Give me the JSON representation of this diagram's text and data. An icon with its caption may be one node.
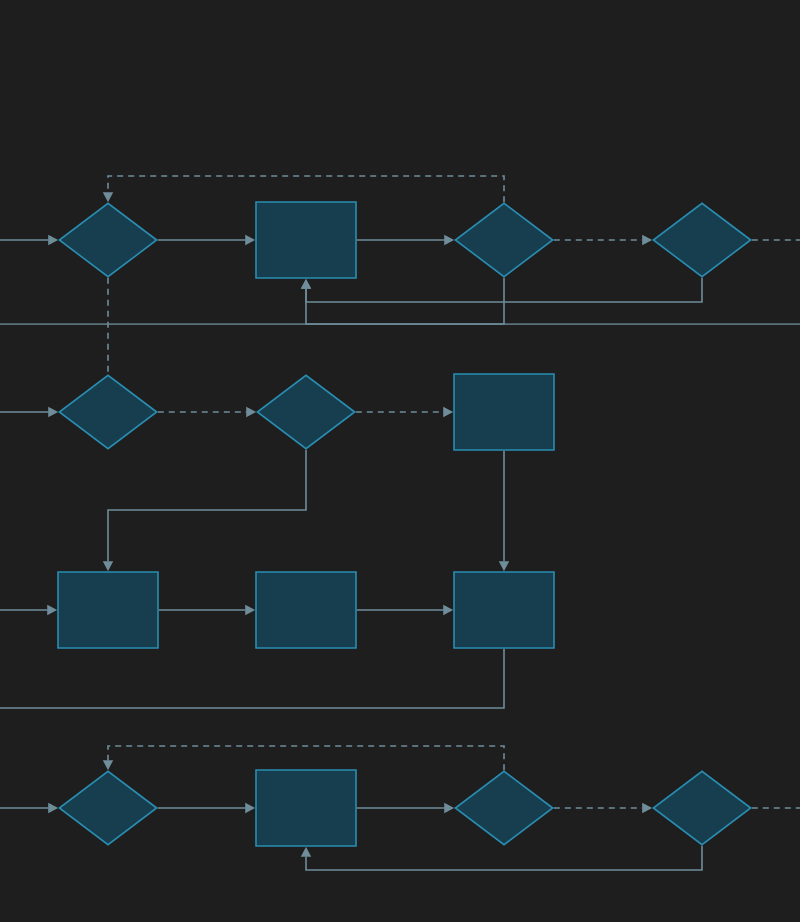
{
  "diagram": {
    "nodes": [
      {
        "text": [],
        "shape": "diamond"
      },
      {
        "text": [],
        "shape": "box"
      },
      {
        "text": [],
        "shape": "diamond"
      },
      {
        "text": [],
        "shape": "diamond"
      },
      {
        "text": [],
        "shape": "diamond"
      },
      {
        "text": [],
        "shape": "diamond"
      },
      {
        "text": [],
        "shape": "box"
      },
      {
        "text": [],
        "shape": "box"
      },
      {
        "text": [],
        "shape": "box"
      },
      {
        "text": [],
        "shape": "box"
      },
      {
        "text": [],
        "shape": "diamond"
      },
      {
        "text": [],
        "shape": "box"
      },
      {
        "text": [],
        "shape": "diamond"
      },
      {
        "text": [],
        "shape": "diamond"
      }
    ],
    "edges": [
      {
        "from": null,
        "to": 0,
        "arrow": "to"
      },
      {
        "from": 0,
        "to": 1,
        "arrow": "to"
      },
      {
        "from": 1,
        "to": 2,
        "arrow": "to"
      },
      {
        "from": 2,
        "to": 3,
        "arrow": "to",
        "style": "dashed"
      },
      {
        "from": 3,
        "to": null,
        "arrow": "none",
        "style": "dashed"
      },
      {
        "from": 2,
        "to": 0,
        "arrow": "to",
        "style": "dashed"
      },
      {
        "from": 3,
        "to": 1,
        "arrow": "to"
      },
      {
        "from": 2,
        "to": 1,
        "arrow": "to"
      },
      {
        "from": 0,
        "to": 4,
        "arrow": "none",
        "style": "dashed"
      },
      {
        "from": null,
        "to": 4,
        "arrow": "to"
      },
      {
        "from": 4,
        "to": 5,
        "arrow": "to",
        "style": "dashed"
      },
      {
        "from": 5,
        "to": 6,
        "arrow": "to",
        "style": "dashed"
      },
      {
        "from": 5,
        "to": 7,
        "arrow": "to"
      },
      {
        "from": 6,
        "to": 9,
        "arrow": "to"
      },
      {
        "from": null,
        "to": 7,
        "arrow": "to"
      },
      {
        "from": 7,
        "to": 8,
        "arrow": "to"
      },
      {
        "from": 8,
        "to": 9,
        "arrow": "to"
      },
      {
        "from": 9,
        "to": null,
        "arrow": "none"
      },
      {
        "from": null,
        "to": 10,
        "arrow": "to"
      },
      {
        "from": 10,
        "to": 11,
        "arrow": "to"
      },
      {
        "from": 11,
        "to": 12,
        "arrow": "to"
      },
      {
        "from": 12,
        "to": 13,
        "arrow": "to",
        "style": "dashed"
      },
      {
        "from": 13,
        "to": null,
        "arrow": "none",
        "style": "dashed"
      },
      {
        "from": 12,
        "to": 10,
        "arrow": "to",
        "style": "dashed"
      },
      {
        "from": 13,
        "to": 11,
        "arrow": "to"
      }
    ]
  }
}
